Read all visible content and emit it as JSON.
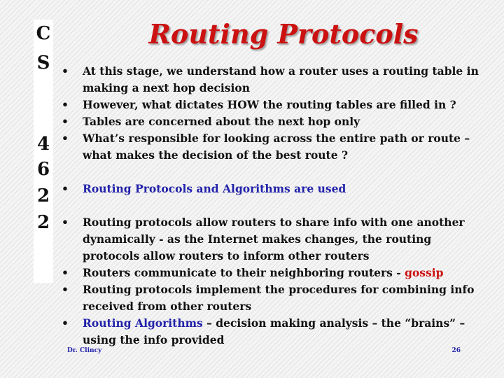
{
  "sidebar": {
    "chars": [
      "C",
      "S",
      "4",
      "6",
      "2",
      "2"
    ]
  },
  "title": "Routing Protocols",
  "bullets": [
    {
      "symbol": "•",
      "text": "At this stage, we understand how a router uses a routing table in making a next hop decision"
    },
    {
      "symbol": "•",
      "text": "However, what dictates HOW the routing tables are filled in ?"
    },
    {
      "symbol": "•",
      "text": "Tables are concerned about the next hop only"
    },
    {
      "symbol": "•",
      "text": "What’s responsible for looking across the entire path or route – what makes the decision of the best route ?"
    },
    {
      "symbol": "•",
      "text": "Routing Protocols and Algorithms are used"
    },
    {
      "symbol": "•",
      "text": "Routing protocols allow routers to share info with one another dynamically  - as the Internet makes changes, the routing protocols allow routers to inform other routers"
    },
    {
      "symbol": "•",
      "text_before": "Routers communicate to their neighboring routers - ",
      "highlight": "gossip"
    },
    {
      "symbol": "•",
      "text": "Routing protocols implement the procedures for combining info received from other routers"
    },
    {
      "symbol": "•",
      "highlight": "Routing Algorithms",
      "text_after": " – decision making analysis – the “brains” – using the info provided"
    }
  ],
  "footer": {
    "author": "Dr. Clincy",
    "page": "26"
  },
  "colors": {
    "title": "#cc1111",
    "accent_blue": "#2222aa",
    "accent_red": "#cc1111",
    "text": "#111111"
  }
}
